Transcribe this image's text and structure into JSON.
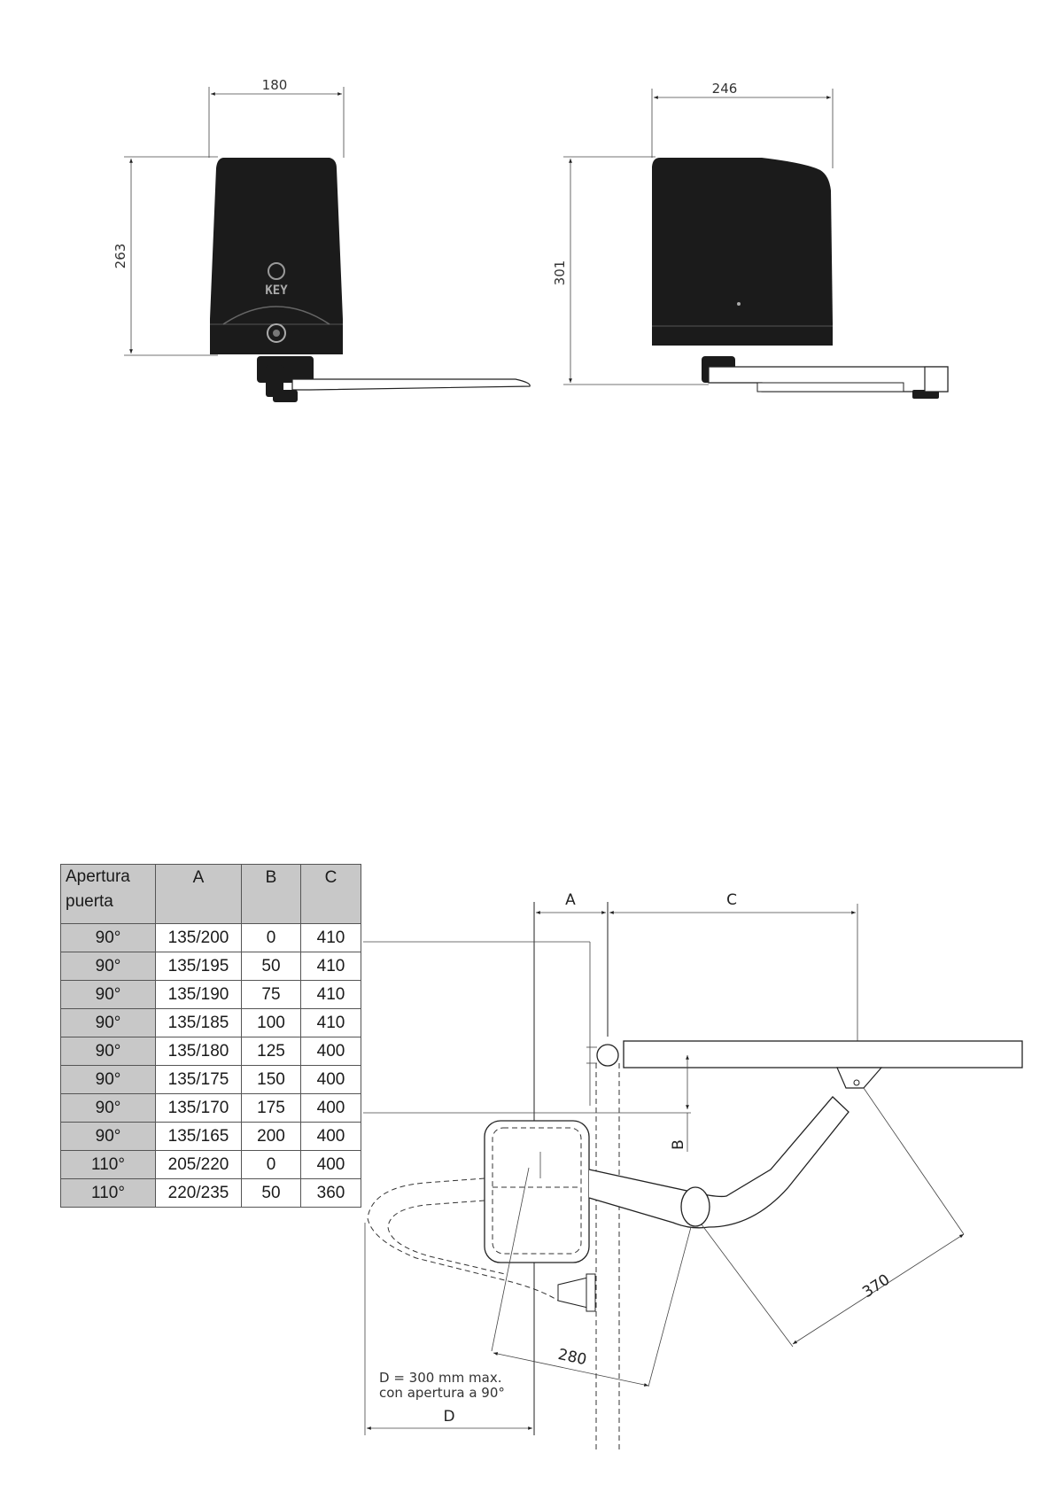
{
  "front_view": {
    "width_label": "180",
    "height_label": "263",
    "logo_text": "KEY"
  },
  "side_view": {
    "width_label": "246",
    "height_label": "301"
  },
  "table": {
    "headers": {
      "door_opening_line1": "Apertura",
      "door_opening_line2": "puerta",
      "a": "A",
      "b": "B",
      "c": "C"
    },
    "rows": [
      {
        "angle": "90°",
        "a": "135/200",
        "b": "0",
        "c": "410"
      },
      {
        "angle": "90°",
        "a": "135/195",
        "b": "50",
        "c": "410"
      },
      {
        "angle": "90°",
        "a": "135/190",
        "b": "75",
        "c": "410"
      },
      {
        "angle": "90°",
        "a": "135/185",
        "b": "100",
        "c": "410"
      },
      {
        "angle": "90°",
        "a": "135/180",
        "b": "125",
        "c": "400"
      },
      {
        "angle": "90°",
        "a": "135/175",
        "b": "150",
        "c": "400"
      },
      {
        "angle": "90°",
        "a": "135/170",
        "b": "175",
        "c": "400"
      },
      {
        "angle": "90°",
        "a": "135/165",
        "b": "200",
        "c": "400"
      },
      {
        "angle": "110°",
        "a": "205/220",
        "b": "0",
        "c": "400"
      },
      {
        "angle": "110°",
        "a": "220/235",
        "b": "50",
        "c": "360"
      }
    ]
  },
  "plan_view": {
    "label_a": "A",
    "label_b": "B",
    "label_c": "C",
    "label_d": "D",
    "arm_long": "370",
    "arm_short": "280",
    "note_line1": "D = 300 mm max.",
    "note_line2": "con apertura a 90°"
  }
}
